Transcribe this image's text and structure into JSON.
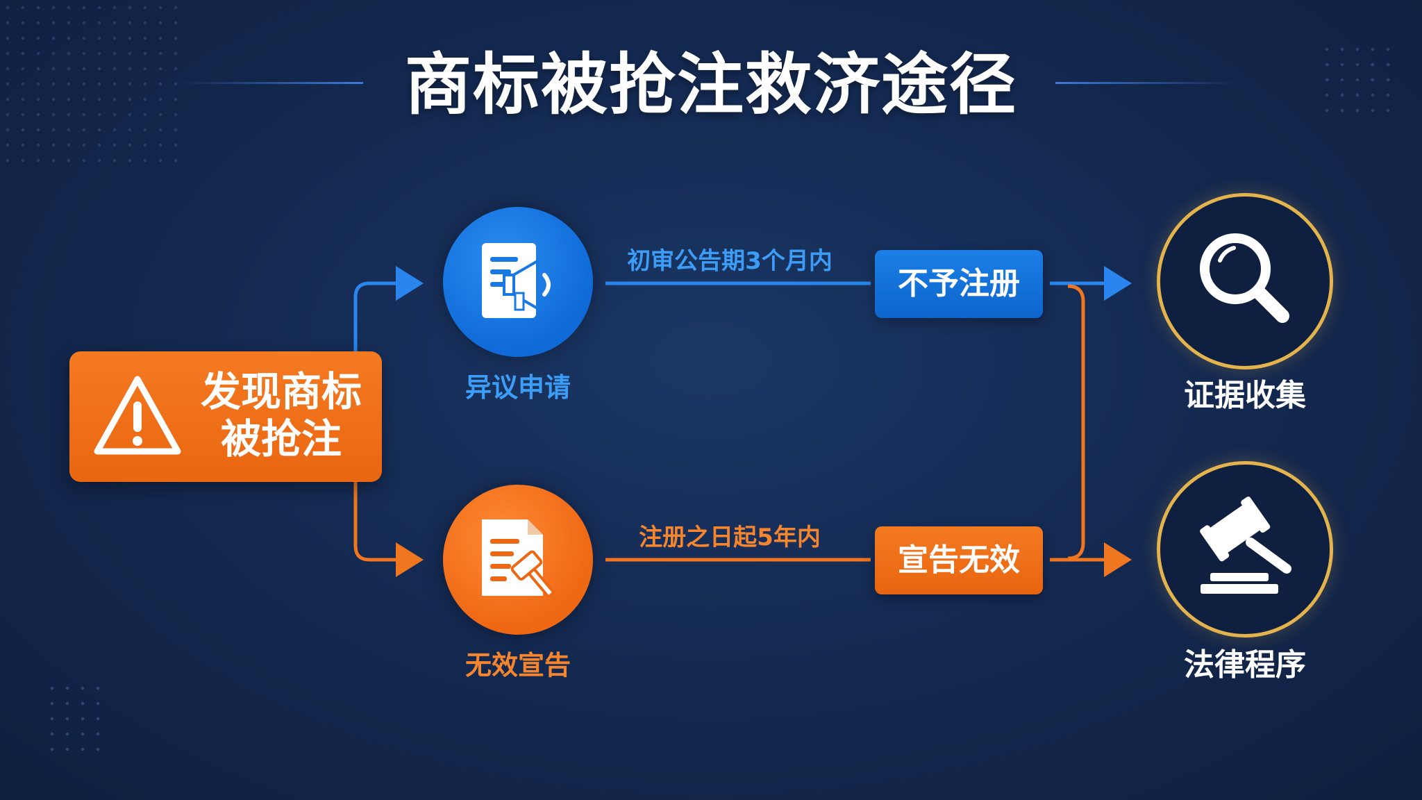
{
  "title": "商标被抢注救济途径",
  "start": {
    "label_line1": "发现商标",
    "label_line2": "被抢注"
  },
  "branches": [
    {
      "step": "异议申请",
      "condition": "初审公告期3个月内",
      "result": "不予注册"
    },
    {
      "step": "无效宣告",
      "condition": "注册之日起5年内",
      "result": "宣告无效"
    }
  ],
  "outcomes": [
    {
      "label": "证据收集"
    },
    {
      "label": "法律程序"
    }
  ],
  "colors": {
    "background": "#142a52",
    "blue": "#1a7fe6",
    "orange": "#f47a22",
    "gold": "#e3b34d"
  },
  "icons": [
    "warning-icon",
    "announcement-icon",
    "document-gavel-icon",
    "magnifier-icon",
    "gavel-icon"
  ]
}
